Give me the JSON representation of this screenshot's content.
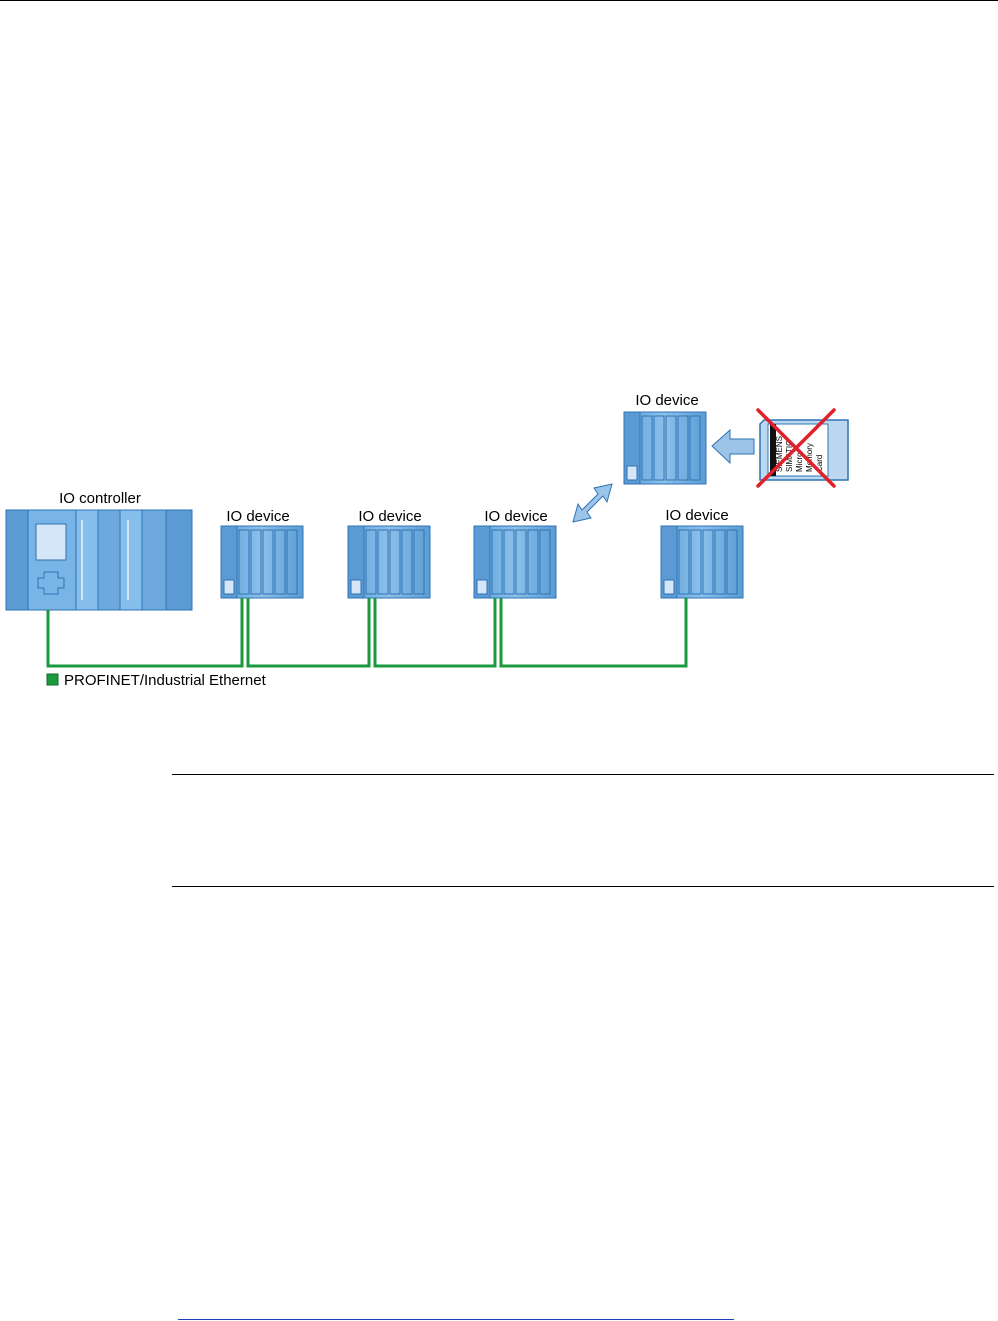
{
  "colors": {
    "device_blue": "#7fb7e3",
    "device_dark": "#2f73b5",
    "network_green": "#1a9a3c",
    "cross_red": "#e0202a",
    "arrow_blue": "#9cc3e8"
  },
  "diagram": {
    "controller_label": "IO controller",
    "devices": [
      {
        "label": "IO device"
      },
      {
        "label": "IO device"
      },
      {
        "label": "IO device"
      },
      {
        "label": "IO device"
      },
      {
        "label": "IO device"
      }
    ],
    "network_legend": "PROFINET/Industrial Ethernet",
    "memory_card_lines": [
      "SIEMENS",
      "SIMATIC",
      "Micro",
      "Memory",
      "Card"
    ]
  },
  "icons": [
    "io-controller-icon",
    "io-device-icon",
    "memory-card-icon",
    "double-arrow-icon",
    "left-arrow-icon",
    "cross-icon"
  ]
}
